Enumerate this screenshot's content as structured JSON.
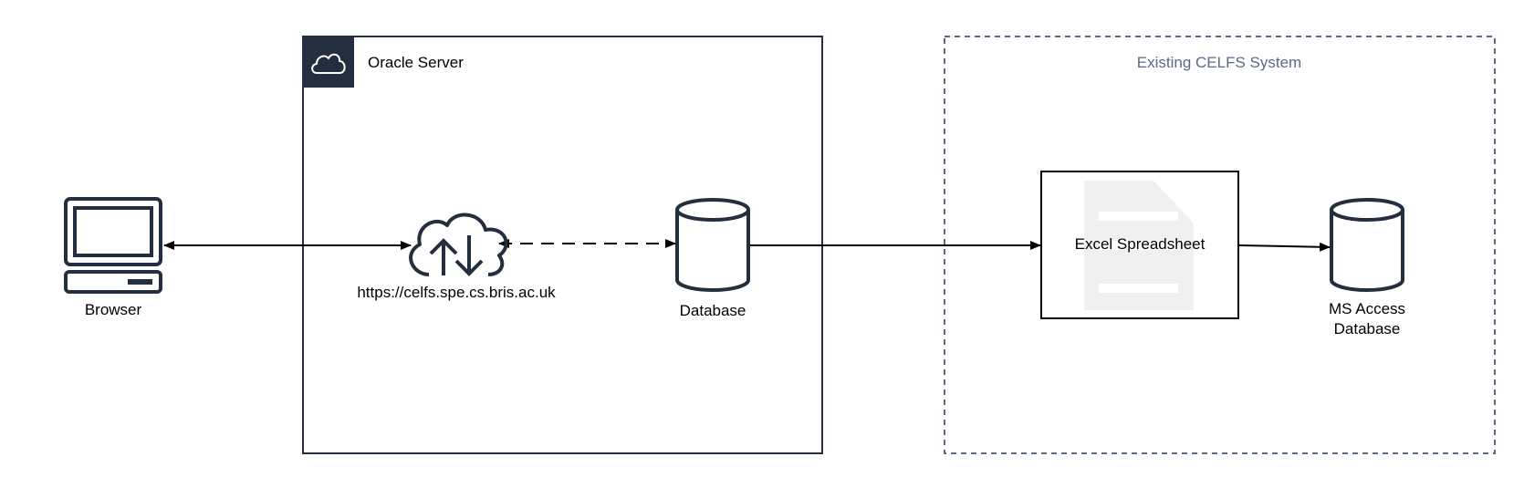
{
  "colors": {
    "stroke_dark": "#232f3e",
    "dashed_border": "#5a6b86",
    "group_title_muted": "#5a6b86",
    "doc_shape_fill": "#f0f0f0",
    "line": "#000000"
  },
  "groups": {
    "oracle_server": {
      "title": "Oracle Server",
      "icon": "cloud-icon"
    },
    "existing_celfs": {
      "title": "Existing CELFS System"
    }
  },
  "nodes": {
    "browser": {
      "label": "Browser",
      "icon": "desktop-computer-icon"
    },
    "web_server": {
      "label": "https://celfs.spe.cs.bris.ac.uk",
      "icon": "cloud-upload-download-icon"
    },
    "database": {
      "label": "Database",
      "icon": "database-cylinder-icon"
    },
    "excel": {
      "label": "Excel Spreadsheet",
      "icon": "document-icon"
    },
    "ms_access": {
      "label_line1": "MS Access",
      "label_line2": "Database",
      "icon": "database-cylinder-icon"
    }
  },
  "connections": [
    {
      "from": "browser",
      "to": "web_server",
      "style": "solid",
      "direction": "both"
    },
    {
      "from": "web_server",
      "to": "database",
      "style": "dashed",
      "direction": "both"
    },
    {
      "from": "database",
      "to": "excel",
      "style": "solid",
      "direction": "forward"
    },
    {
      "from": "excel",
      "to": "ms_access",
      "style": "solid",
      "direction": "forward"
    }
  ]
}
